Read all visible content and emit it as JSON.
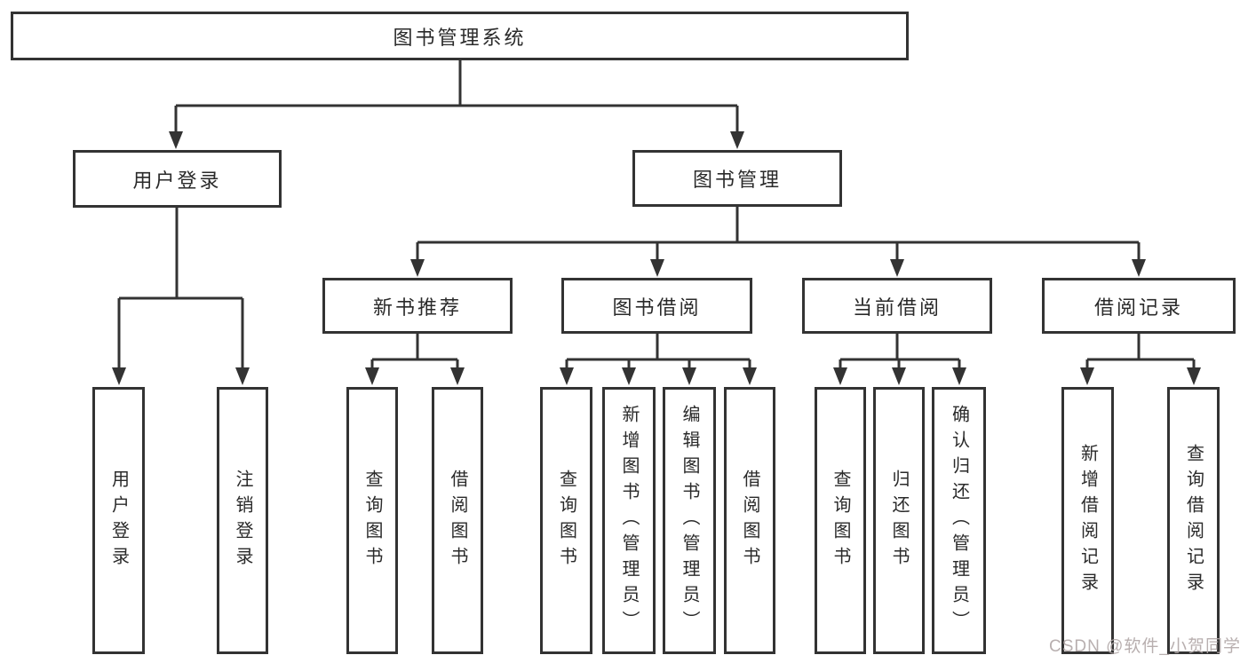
{
  "diagram": {
    "root": {
      "label": "图书管理系统"
    },
    "branches": [
      {
        "label": "用户登录",
        "children": [
          {
            "label": "用户登录"
          },
          {
            "label": "注销登录"
          }
        ]
      },
      {
        "label": "图书管理",
        "groups": [
          {
            "label": "新书推荐",
            "children": [
              {
                "label": "查询图书"
              },
              {
                "label": "借阅图书"
              }
            ]
          },
          {
            "label": "图书借阅",
            "children": [
              {
                "label": "查询图书"
              },
              {
                "label": "新增图书（管理员）"
              },
              {
                "label": "编辑图书（管理员）"
              },
              {
                "label": "借阅图书"
              }
            ]
          },
          {
            "label": "当前借阅",
            "children": [
              {
                "label": "查询图书"
              },
              {
                "label": "归还图书"
              },
              {
                "label": "确认归还（管理员）"
              }
            ]
          },
          {
            "label": "借阅记录",
            "children": [
              {
                "label": "新增借阅记录"
              },
              {
                "label": "查询借阅记录"
              }
            ]
          }
        ]
      }
    ]
  },
  "watermark": {
    "text": "CSDN @软件_小贺同学"
  },
  "colors": {
    "background": "#ffffff",
    "line": "#333333",
    "box_border": "#333333",
    "box_background": "#ffffff",
    "label_text": "#2a2a2a",
    "watermark": "#b0a6a6"
  }
}
